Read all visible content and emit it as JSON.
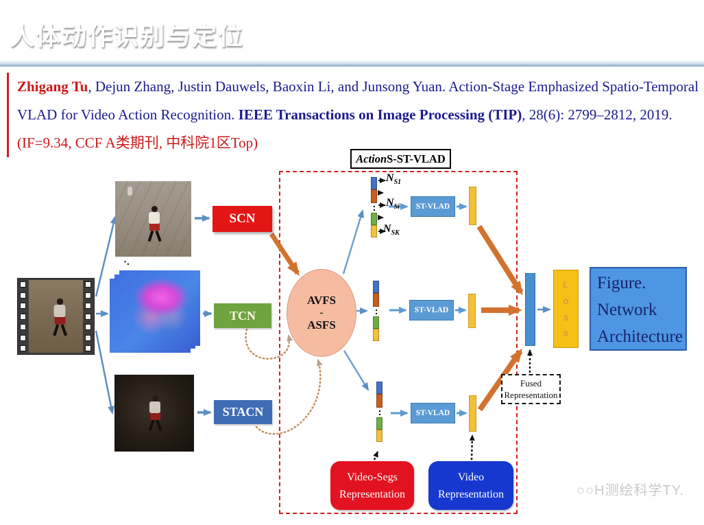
{
  "header": {
    "title": "人体动作识别与定位"
  },
  "citation": {
    "authors_highlight": "Zhigang Tu",
    "authors_rest": ", Dejun Zhang, Justin Dauwels, Baoxin Li, and Junsong Yuan. Action-Stage Emphasized Spatio-Temporal VLAD for Video Action Recognition. ",
    "venue_bold": "IEEE Transactions on Image Processing (TIP)",
    "tail": ", 28(6): 2799–2812, 2019. ",
    "note_red": "(IF=9.34, CCF A类期刊, 中科院1区Top)"
  },
  "diagram": {
    "title": {
      "italic": "Action",
      "rest": "S-ST-VLAD"
    },
    "stream_boxes": {
      "scn": "SCN",
      "tcn": "TCN",
      "stacn": "STACN"
    },
    "ellipse": {
      "line1": "AVFS",
      "line2": "-",
      "line3": "ASFS"
    },
    "stvlad_label": "ST-VLAD",
    "n_labels": [
      {
        "base": "N",
        "sub": "S1"
      },
      {
        "base": "N",
        "sub": "Si"
      },
      {
        "base": "N",
        "sub": "SK"
      }
    ],
    "loss": {
      "letters": [
        "L",
        "o",
        "s",
        "s"
      ]
    },
    "figure_caption": {
      "line1": "Figure.",
      "line2": "Network",
      "line3": "Architecture"
    },
    "fused_box": {
      "line1": "Fused",
      "line2": "Representation"
    },
    "video_segs_box": {
      "line1": "Video-Segs",
      "line2": "Representation"
    },
    "video_box": {
      "line1": "Video",
      "line2": "Representation"
    },
    "ellipsis_mark": "·."
  },
  "watermark": {
    "text": "○○H测绘科学TY."
  },
  "colors": {
    "header_blue": "#1866b8",
    "accent_red": "#cc1818",
    "citation_navy": "#1a1a8f",
    "scn_red": "#e31515",
    "tcn_green": "#6fa340",
    "stacn_blue": "#3e6cb5",
    "ellipse_salmon": "#f6bca2",
    "stvlad_blue": "#5b9bd5",
    "bar_yellow": "#f2c137",
    "seg_blue": "#4472c4",
    "seg_orange": "#c55f1f",
    "seg_green": "#70ad47",
    "fused_bar_blue": "#4a8fd0",
    "loss_yellow": "#f5c116",
    "figure_box_blue": "#4e96e3",
    "video_segs_red": "#e31220",
    "video_blue": "#1638cf",
    "dashed_red": "#cf2020",
    "arrow_orange": "#d2722e",
    "arrow_blue": "#5b8ec4"
  }
}
